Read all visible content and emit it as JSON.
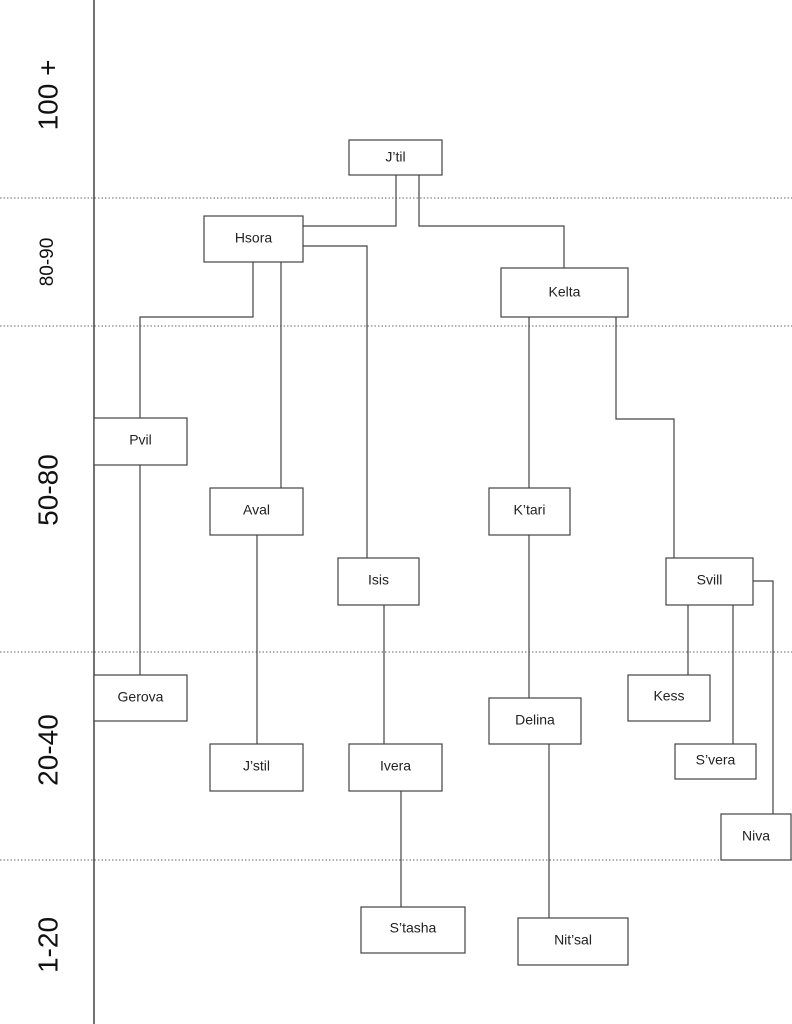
{
  "age_bands": [
    "100 +",
    "80-90",
    "50-80",
    "20-40",
    "1-20"
  ],
  "people": {
    "jtil": "J’til",
    "hsora": "Hsora",
    "kelta": "Kelta",
    "pvil": "Pvil",
    "aval": "Aval",
    "isis": "Isis",
    "ktari": "K’tari",
    "svill": "Svill",
    "gerova": "Gerova",
    "kess": "Kess",
    "delina": "Delina",
    "jstil": "J’stil",
    "ivera": "Ivera",
    "svera": "S’vera",
    "niva": "Niva",
    "stasha": "S’tasha",
    "nitsal": "Nit’sal"
  },
  "relations": [
    [
      "jtil",
      "hsora"
    ],
    [
      "jtil",
      "kelta"
    ],
    [
      "hsora",
      "pvil"
    ],
    [
      "hsora",
      "aval"
    ],
    [
      "hsora",
      "isis"
    ],
    [
      "kelta",
      "ktari"
    ],
    [
      "kelta",
      "svill"
    ],
    [
      "pvil",
      "gerova"
    ],
    [
      "aval",
      "jstil"
    ],
    [
      "isis",
      "ivera"
    ],
    [
      "ivera",
      "stasha"
    ],
    [
      "ktari",
      "delina"
    ],
    [
      "delina",
      "nitsal"
    ],
    [
      "svill",
      "kess"
    ],
    [
      "svill",
      "svera"
    ],
    [
      "svill",
      "niva"
    ]
  ]
}
